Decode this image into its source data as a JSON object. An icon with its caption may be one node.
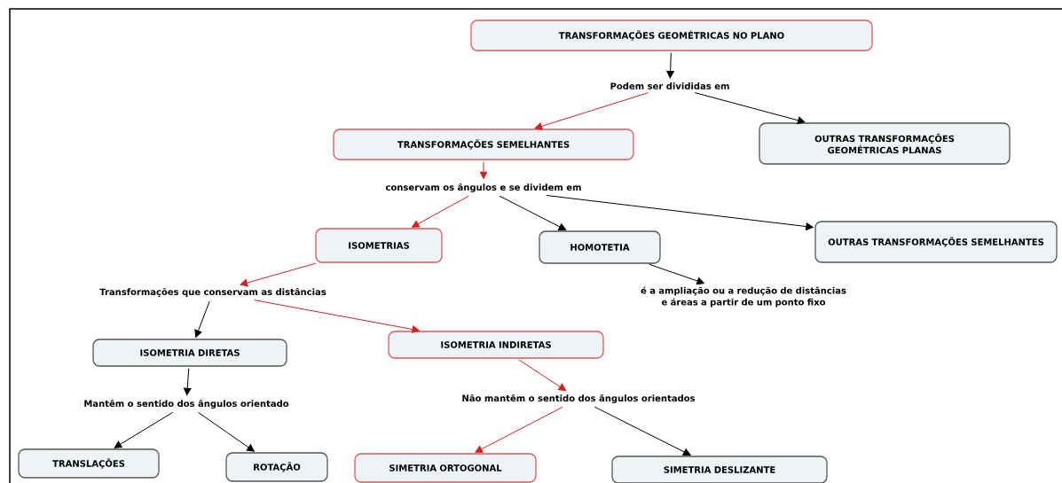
{
  "diagram": {
    "nodes": [
      {
        "text": [
          "TRANSFORMAÇÕES GEOMÉTRICAS NO PLANO"
        ]
      },
      {
        "text": [
          "Podem ser divididas em"
        ]
      },
      {
        "text": [
          "TRANSFORMAÇÕES SEMELHANTES"
        ]
      },
      {
        "text": [
          "OUTRAS TRANSFORMAÇÕES GEOMÉTRICAS PLANAS"
        ]
      },
      {
        "text": [
          "conservam os ângulos e se dividem em"
        ]
      },
      {
        "text": [
          "ISOMETRIAS"
        ]
      },
      {
        "text": [
          "HOMOTETIA"
        ]
      },
      {
        "text": [
          "OUTRAS TRANSFORMAÇÕES SEMELHANTES"
        ]
      },
      {
        "text": [
          "Transformações que conservam as distâncias"
        ]
      },
      {
        "text": [
          "é a ampliação ou a redução de distâncias e áreas a partir de um ponto fixo"
        ]
      },
      {
        "text": [
          "ISOMETRIA DIRETAS"
        ]
      },
      {
        "text": [
          "ISOMETRIA INDIRETAS"
        ]
      },
      {
        "text": [
          "Mantêm o sentido dos ângulos orientado"
        ]
      },
      {
        "text": [
          "Não mantêm o sentido dos ângulos orientados"
        ]
      },
      {
        "text": [
          "TRANSLAÇÕES"
        ]
      },
      {
        "text": [
          "ROTAÇÃO"
        ]
      },
      {
        "text": [
          "SIMETRIA ORTOGONAL"
        ]
      },
      {
        "text": [
          "SIMETRIA DESLIZANTE"
        ]
      }
    ],
    "edges": [
      {
        "from": 0,
        "to": 1,
        "arrow": "to"
      },
      {
        "from": 1,
        "to": 2,
        "arrow": "to",
        "color": "#d42020"
      },
      {
        "from": 1,
        "to": 3,
        "arrow": "to"
      },
      {
        "from": 2,
        "to": 4,
        "arrow": "to",
        "color": "#d42020"
      },
      {
        "from": 4,
        "to": 5,
        "arrow": "to",
        "color": "#d42020"
      },
      {
        "from": 4,
        "to": 6,
        "arrow": "to"
      },
      {
        "from": 4,
        "to": 7,
        "arrow": "to"
      },
      {
        "from": 5,
        "to": 8,
        "arrow": "to",
        "color": "#d42020"
      },
      {
        "from": 6,
        "to": 9,
        "arrow": "to"
      },
      {
        "from": 8,
        "to": 10,
        "arrow": "to"
      },
      {
        "from": 8,
        "to": 11,
        "arrow": "to",
        "color": "#d42020"
      },
      {
        "from": 10,
        "to": 12,
        "arrow": "to"
      },
      {
        "from": 11,
        "to": 13,
        "arrow": "to",
        "color": "#d42020"
      },
      {
        "from": 12,
        "to": 14,
        "arrow": "to"
      },
      {
        "from": 12,
        "to": 15,
        "arrow": "to"
      },
      {
        "from": 13,
        "to": 16,
        "arrow": "to",
        "color": "#d42020"
      },
      {
        "from": 13,
        "to": 17,
        "arrow": "to"
      }
    ]
  }
}
